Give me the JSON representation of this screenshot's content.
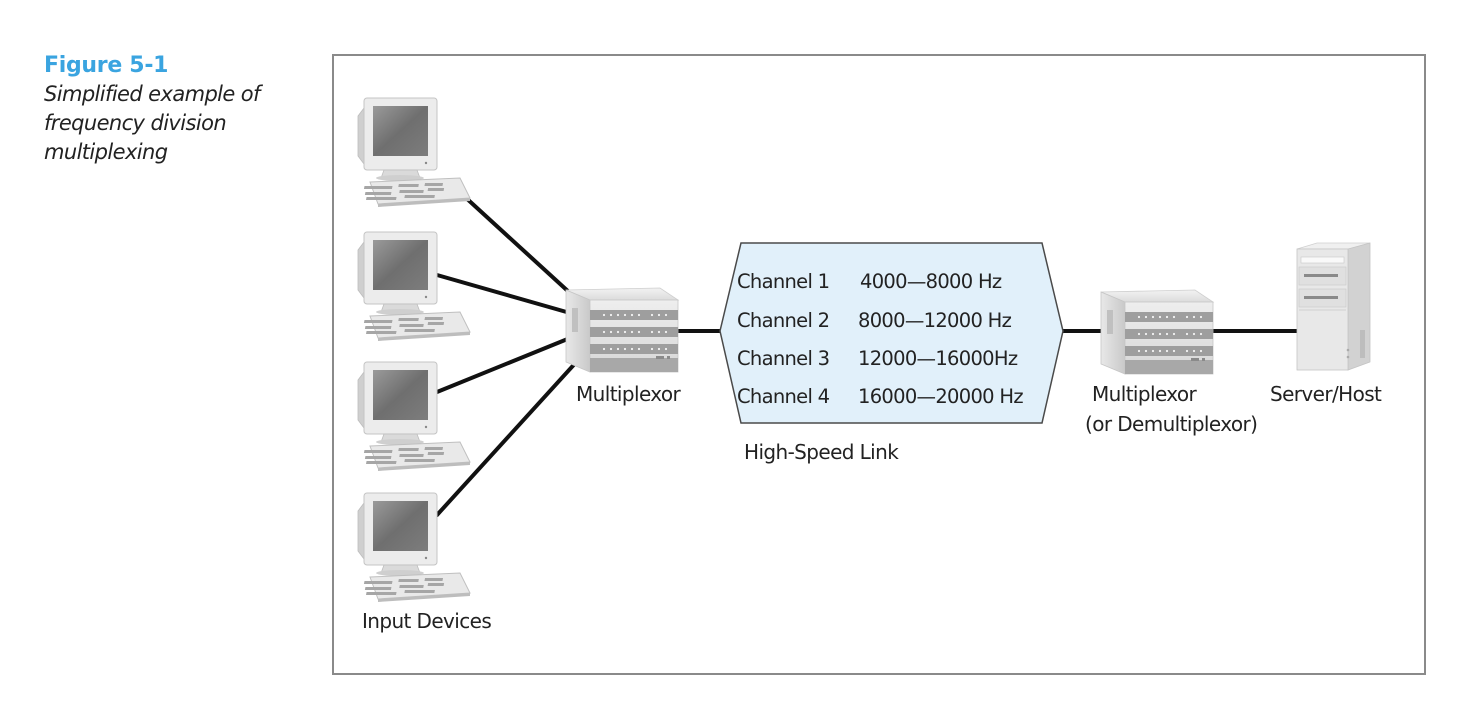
{
  "figure": {
    "number": "Figure 5-1",
    "caption_lines": [
      "Simplified example of",
      "frequency division",
      "multiplexing"
    ],
    "accent_color": "#3AA4E0"
  },
  "diagram": {
    "input_devices_label": "Input Devices",
    "input_device_count": 4,
    "input_device_icon": "desktop-computer-icon",
    "multiplexor_label": "Multiplexor",
    "link": {
      "label": "High-Speed Link",
      "fill_color": "#E1F0FA",
      "channels": [
        {
          "name": "Channel 1",
          "range": "4000—8000 Hz"
        },
        {
          "name": "Channel 2",
          "range": "8000—12000 Hz"
        },
        {
          "name": "Channel 3",
          "range": "12000—16000Hz"
        },
        {
          "name": "Channel 4",
          "range": "16000—20000 Hz"
        }
      ]
    },
    "demultiplexor_label_line1": "Multiplexor",
    "demultiplexor_label_line2": "(or Demultiplexor)",
    "server_label": "Server/Host",
    "server_icon": "server-tower-icon",
    "multiplexor_icon": "rack-unit-icon"
  }
}
